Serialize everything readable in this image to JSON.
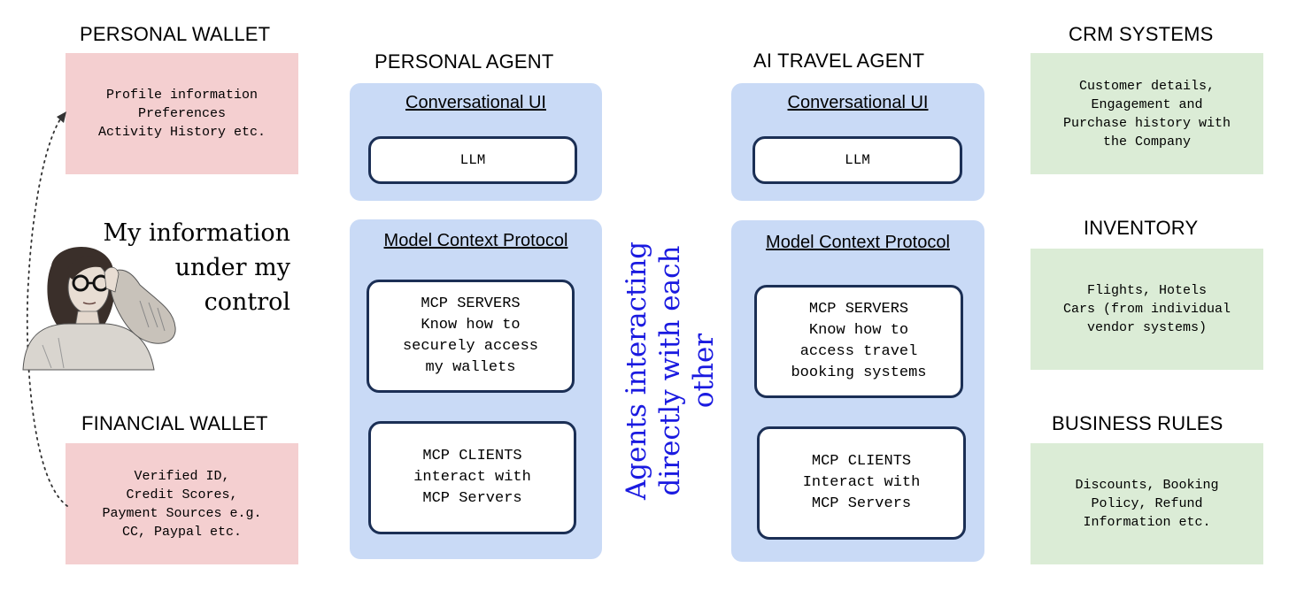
{
  "personal_wallet": {
    "title": "PERSONAL WALLET",
    "body": "Profile information\nPreferences\nActivity History etc."
  },
  "financial_wallet": {
    "title": "FINANCIAL WALLET",
    "body": "Verified ID,\nCredit Scores,\nPayment Sources e.g.\nCC, Paypal etc."
  },
  "user_caption": "My information\nunder my\ncontrol",
  "personal_agent": {
    "title": "PERSONAL AGENT",
    "ui_title": "Conversational UI",
    "llm": "LLM",
    "mcp_title": "Model Context Protocol",
    "servers": "MCP SERVERS\nKnow how to\nsecurely access\nmy wallets",
    "clients": "MCP CLIENTS\ninteract with\nMCP Servers"
  },
  "middle_caption": "Agents interacting\ndirectly with each other",
  "travel_agent": {
    "title": "AI TRAVEL AGENT",
    "ui_title": "Conversational UI",
    "llm": "LLM",
    "mcp_title": "Model Context Protocol",
    "servers": "MCP SERVERS\nKnow how to\naccess travel\nbooking systems",
    "clients": "MCP CLIENTS\nInteract with\nMCP Servers"
  },
  "crm": {
    "title": "CRM SYSTEMS",
    "body": "Customer details,\nEngagement and\nPurchase history with\nthe Company"
  },
  "inventory": {
    "title": "INVENTORY",
    "body": "Flights, Hotels\nCars (from individual\nvendor systems)"
  },
  "business_rules": {
    "title": "BUSINESS RULES",
    "body": "Discounts, Booking\nPolicy, Refund\nInformation etc."
  },
  "colors": {
    "wallet_fill": "#f4cfd0",
    "enterprise_fill": "#dbecd6",
    "agent_fill": "#c9daf6",
    "inner_border": "#1b2f55",
    "caption_blue": "#1a1ae0"
  },
  "icons": [
    "woman-thinking-illustration",
    "dotted-arrow-icon"
  ]
}
